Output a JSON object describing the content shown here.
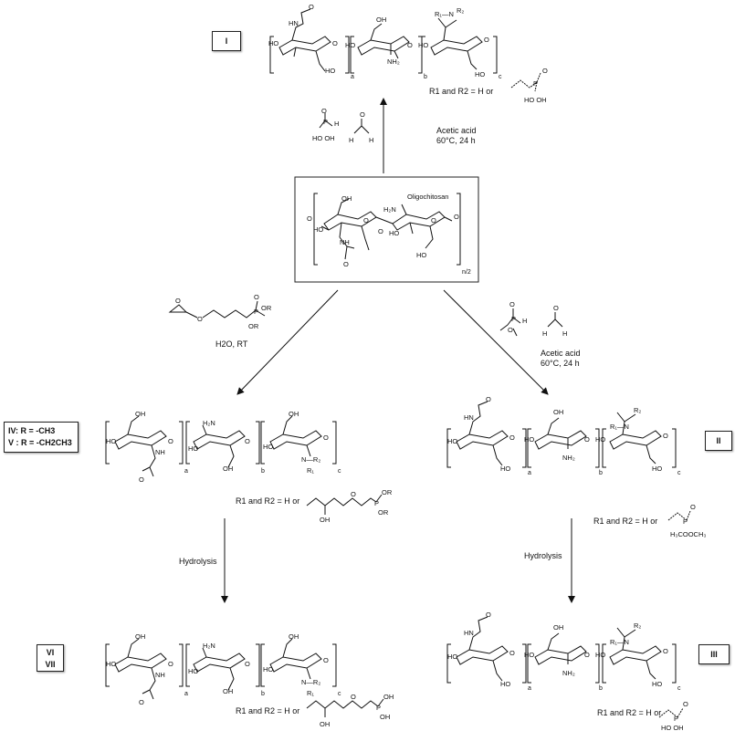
{
  "compound_labels": {
    "I": "I",
    "II": "II",
    "III": "III",
    "IV": "IV: R = -CH3",
    "V": "V : R = -CH2CH3",
    "VI": "VI",
    "VII": "VII"
  },
  "start": {
    "name": "Oligochitosan",
    "repeat": "n/2"
  },
  "conditions": {
    "top": {
      "solvent": "Acetic acid",
      "temp": "60°C, 24 h"
    },
    "right": {
      "solvent": "Acetic acid",
      "temp": "60°C, 24 h"
    },
    "left": {
      "reagent_text": "H2O, RT"
    },
    "hydrolysis_left": "Hydrolysis",
    "hydrolysis_right": "Hydrolysis"
  },
  "substituent_notes": {
    "I": "R1 and R2 = H or",
    "II": "R1 and R2 = H or",
    "III": "R1 and R2 = H or",
    "IV_V": "R1 and R2 = H or",
    "VI_VII": "R1 and R2 = H or"
  },
  "reagents": {
    "top_phosphite": "HO OH",
    "right_phosphite": "O",
    "epoxide_phosphonate": "OR"
  },
  "subscripts": {
    "a": "a",
    "b": "b",
    "c": "c"
  }
}
